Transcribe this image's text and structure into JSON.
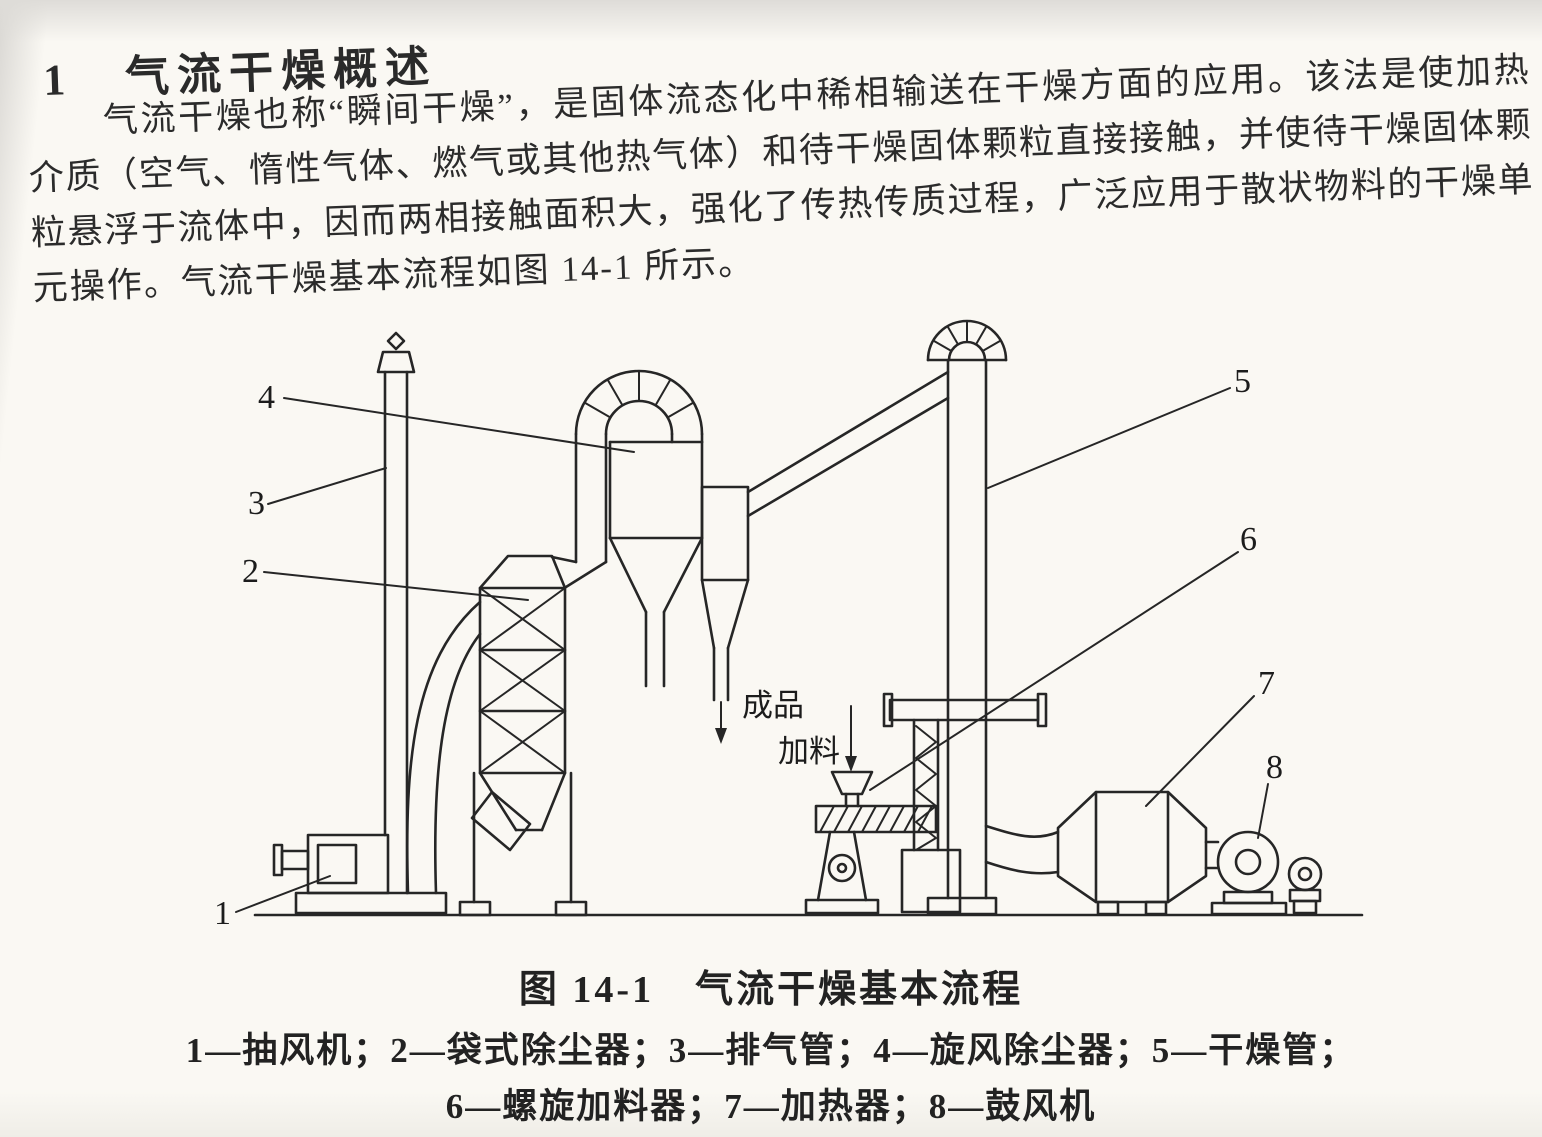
{
  "page": {
    "heading": "1　气流干燥概述",
    "paragraph": {
      "line1": "气流干燥也称“瞬间干燥”，是固体流态化中稀相输送在干燥方面的应用。该法是使加热",
      "line2": "介质（空气、惰性气体、燃气或其他热气体）和待干燥固体颗粒直接接触，并使待干燥固体颗",
      "line3": "粒悬浮于流体中，因而两相接触面积大，强化了传热传质过程，广泛应用于散状物料的干燥单",
      "line4": "元操作。气流干燥基本流程如图 14-1 所示。"
    }
  },
  "figure": {
    "caption": "图 14-1　气流干燥基本流程",
    "legend": {
      "line1": "1—抽风机；2—袋式除尘器；3—排气管；4—旋风除尘器；5—干燥管；",
      "line2": "6—螺旋加料器；7—加热器；8—鼓风机"
    },
    "labels": {
      "product": "成品",
      "feed": "加料"
    },
    "callouts": {
      "n1": "1",
      "n2": "2",
      "n3": "3",
      "n4": "4",
      "n5": "5",
      "n6": "6",
      "n7": "7",
      "n8": "8"
    }
  }
}
